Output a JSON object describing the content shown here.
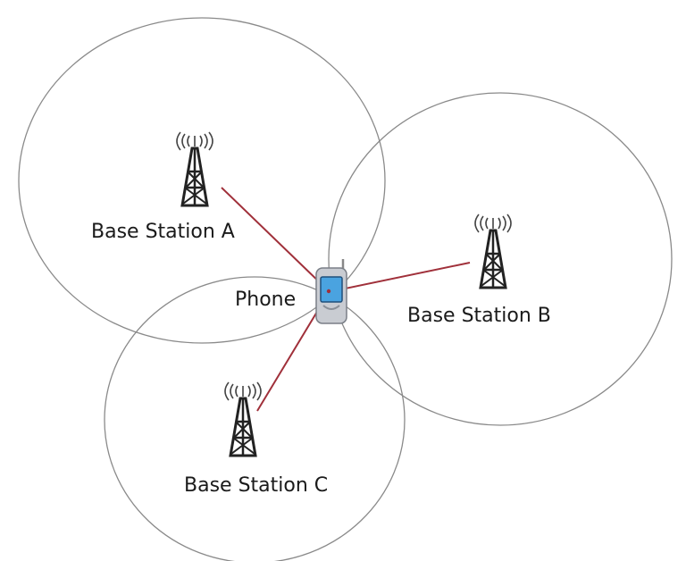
{
  "nodes": {
    "phone": {
      "label": "Phone",
      "icon": "phone-icon"
    },
    "stations": [
      {
        "id": "a",
        "label": "Base Station A",
        "icon": "tower-icon"
      },
      {
        "id": "b",
        "label": "Base Station B",
        "icon": "tower-icon"
      },
      {
        "id": "c",
        "label": "Base Station C",
        "icon": "tower-icon"
      }
    ]
  },
  "edges": [
    {
      "from": "a",
      "to": "phone"
    },
    {
      "from": "b",
      "to": "phone"
    },
    {
      "from": "c",
      "to": "phone"
    }
  ],
  "colors": {
    "coverage_circle": "#8a8a8a",
    "link_line": "#a0303a",
    "tower": "#222222",
    "phone_body": "#c9ccd2",
    "phone_screen": "#4aa3e0"
  }
}
